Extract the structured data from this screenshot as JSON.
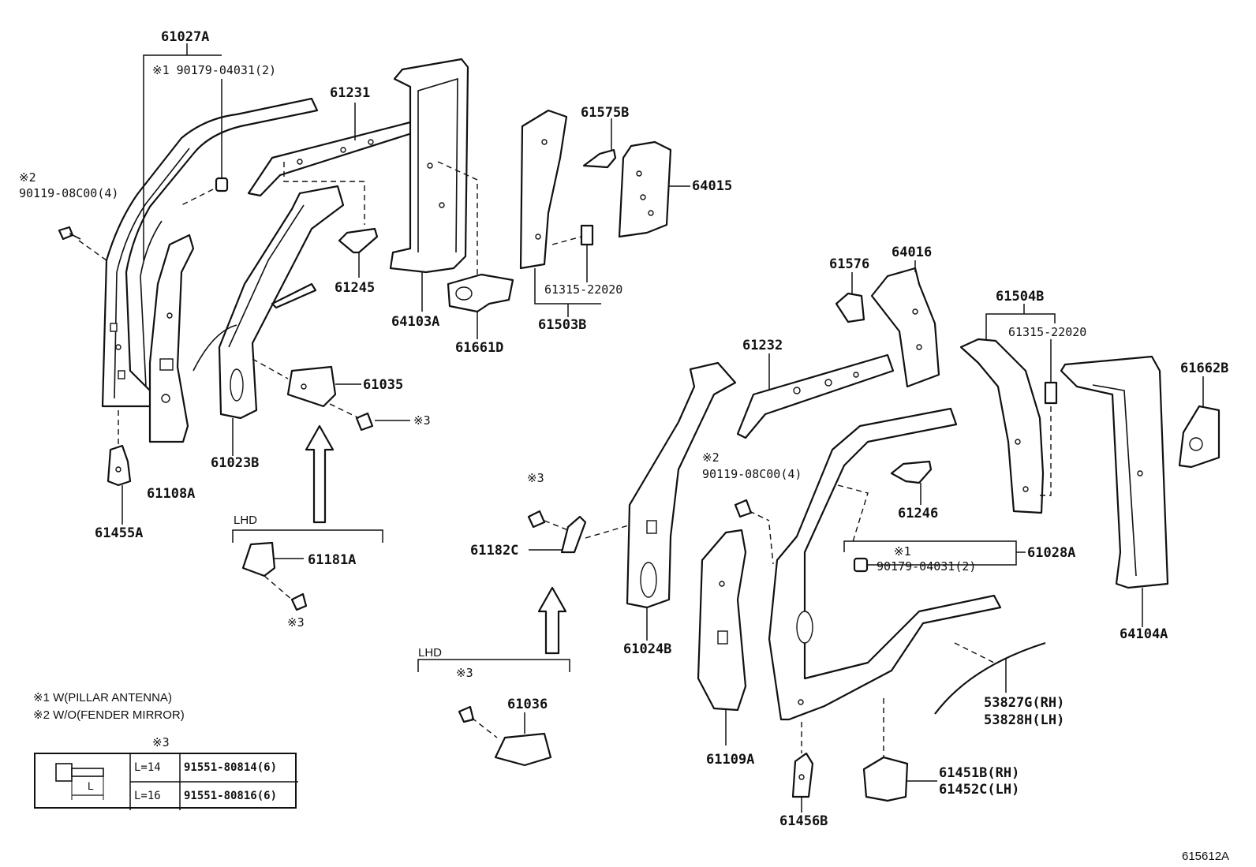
{
  "labels": {
    "p61027A": "61027A",
    "n1_90179": "※1 90179-04031(2)",
    "n2_90119_left": "※2",
    "p90119_left": "90119-08C00(4)",
    "p61231": "61231",
    "p61575B": "61575B",
    "p64015": "64015",
    "p61245": "61245",
    "p64103A": "64103A",
    "p61315_top": "61315-22020",
    "p61503B": "61503B",
    "p61661D": "61661D",
    "p61576": "61576",
    "p64016": "64016",
    "p61504B": "61504B",
    "p61315_right": "61315-22020",
    "p61662B": "61662B",
    "p61232": "61232",
    "p61035": "61035",
    "s3_61035": "※3",
    "p61023B": "61023B",
    "p61108A": "61108A",
    "p61455A": "61455A",
    "lhd1": "LHD",
    "p61181A": "61181A",
    "s3_61181A": "※3",
    "s3_61182C": "※3",
    "p61182C": "61182C",
    "n2_right": "※2",
    "p90119_right": "90119-08C00(4)",
    "p61246": "61246",
    "p61024B": "61024B",
    "n1_right": "※1",
    "p90179_right": "90179-04031(2)",
    "p61028A": "61028A",
    "p64104A": "64104A",
    "lhd2": "LHD",
    "s3_61036": "※3",
    "p61036": "61036",
    "p61109A": "61109A",
    "p53827G": "53827G(RH)",
    "p53828H": "53828H(LH)",
    "p61451B": "61451B(RH)",
    "p61452C": "61452C(LH)",
    "p61456B": "61456B",
    "diagram_id": "615612A"
  },
  "notes": {
    "note1": "※1 W(PILLAR ANTENNA)",
    "note2": "※2 W/O(FENDER MIRROR)"
  },
  "bolt_table": {
    "title": "※3",
    "rows": [
      {
        "length": "L=14",
        "part": "91551-80814(6)"
      },
      {
        "length": "L=16",
        "part": "91551-80816(6)"
      }
    ],
    "dimension_label": "L"
  }
}
